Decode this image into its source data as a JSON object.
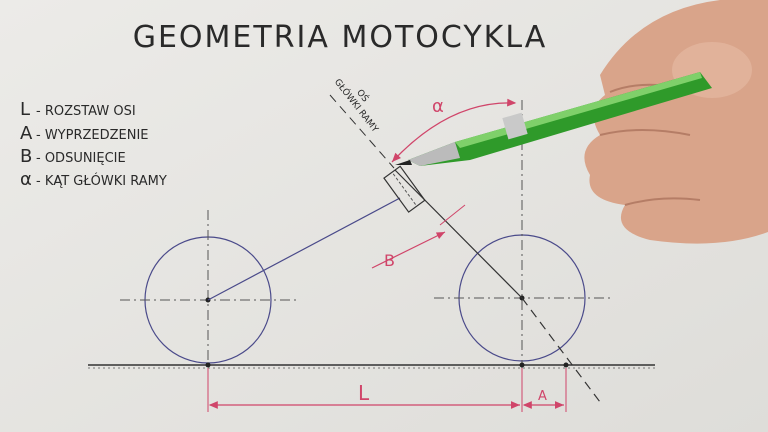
{
  "title": "GEOMETRIA MOTOCYKLA",
  "legend": [
    {
      "symbol": "L",
      "text": "- ROZSTAW OSI"
    },
    {
      "symbol": "A",
      "text": "- WYPRZEDZENIE"
    },
    {
      "symbol": "B",
      "text": "- ODSUNIĘCIE"
    },
    {
      "symbol": "α",
      "text": "- KĄT GŁÓWKI RAMY"
    }
  ],
  "axis_label": {
    "line1": "OŚ",
    "line2": "GŁÓWKI RAMY"
  },
  "dimensions": {
    "L": "L",
    "A": "A",
    "B": "B",
    "alpha": "α"
  },
  "colors": {
    "paper": "#e8e7e4",
    "ink": "#2a2a2a",
    "construction": "#4a4a8a",
    "dimension": "#d0456a",
    "pen": "#2f9a2a",
    "skin": "#d9a48a"
  }
}
